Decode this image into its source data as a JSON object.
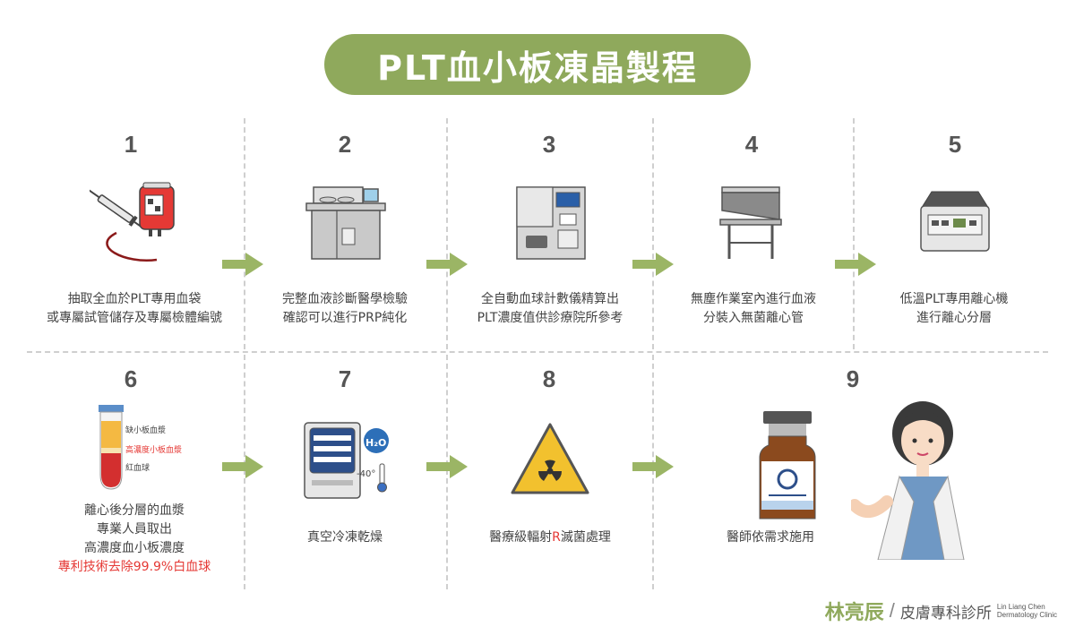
{
  "title": "PLT血小板凍晶製程",
  "steps": [
    {
      "num": "1",
      "lines": [
        "抽取全血於PLT專用血袋",
        "或專屬試管儲存及專屬檢體編號"
      ]
    },
    {
      "num": "2",
      "lines": [
        "完整血液診斷醫學檢驗",
        "確認可以進行PRP純化"
      ]
    },
    {
      "num": "3",
      "lines": [
        "全自動血球計數儀精算出",
        "PLT濃度值供診療院所參考"
      ]
    },
    {
      "num": "4",
      "lines": [
        "無塵作業室內進行血液",
        "分裝入無菌離心管"
      ]
    },
    {
      "num": "5",
      "lines": [
        "低溫PLT專用離心機",
        "進行離心分層"
      ]
    },
    {
      "num": "6",
      "lines": [
        "離心後分層的血漿",
        "專業人員取出",
        "高濃度血小板濃度"
      ],
      "highlight": "專利技術去除99.9%白血球"
    },
    {
      "num": "7",
      "lines": [
        "真空冷凍乾燥"
      ]
    },
    {
      "num": "8",
      "prefix": "醫療級輻射",
      "red_letter": "R",
      "suffix": "滅菌處理"
    },
    {
      "num": "9",
      "lines": [
        "醫師依需求施用"
      ]
    }
  ],
  "tube_labels": {
    "top": "缺小板血漿",
    "mid": "高濃度小板血漿",
    "bottom": "紅血球"
  },
  "freeze_labels": {
    "h2o": "H₂O",
    "temp": "-40°"
  },
  "footer": {
    "name": "林亮辰",
    "slash": "/",
    "clinic": "皮膚專科診所",
    "en_line1": "Lin Liang Chen",
    "en_line2": "Dermatology Clinic"
  },
  "colors": {
    "accent": "#8fa95c",
    "arrow": "#9bb565",
    "highlight": "#e53935"
  }
}
